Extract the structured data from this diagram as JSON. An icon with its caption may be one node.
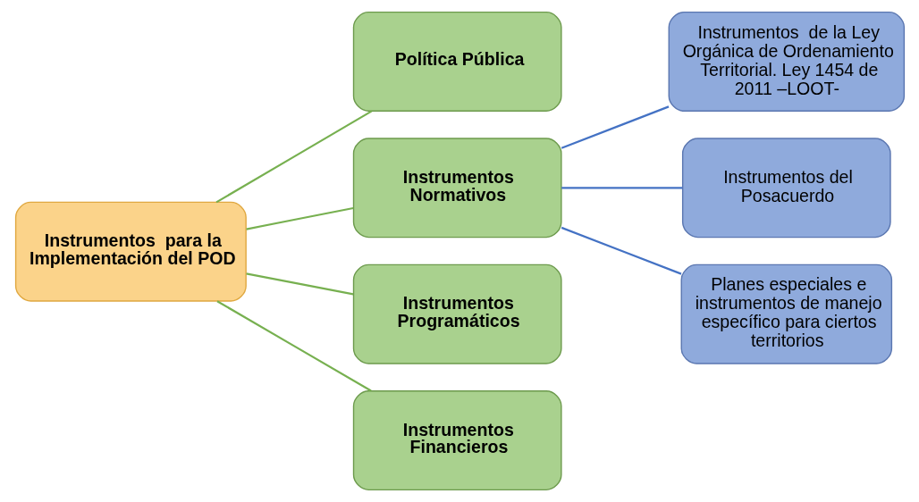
{
  "diagram": {
    "nodes": [
      {
        "text": [
          "Instrumentos  para la Implementación del POD"
        ]
      },
      {
        "text": [
          "Política Pública"
        ]
      },
      {
        "text": [
          "Instrumentos Normativos"
        ]
      },
      {
        "text": [
          "Instrumentos Programáticos"
        ]
      },
      {
        "text": [
          "Instrumentos Financieros"
        ]
      },
      {
        "text": [
          "Instrumentos  de la Ley Orgánica de Ordenamiento Territorial. Ley 1454 de 2011 –LOOT-"
        ]
      },
      {
        "text": [
          "Instrumentos del Posacuerdo"
        ]
      },
      {
        "text": [
          "Planes especiales e instrumentos de manejo específico para ciertos territorios"
        ]
      }
    ],
    "edges": [
      {
        "from": 0,
        "to": 1,
        "arrow": "none"
      },
      {
        "from": 0,
        "to": 2,
        "arrow": "none"
      },
      {
        "from": 0,
        "to": 3,
        "arrow": "none"
      },
      {
        "from": 0,
        "to": 4,
        "arrow": "none"
      },
      {
        "from": 2,
        "to": 5,
        "arrow": "none",
        "color": "#4472c4"
      },
      {
        "from": 2,
        "to": 6,
        "arrow": "none",
        "color": "#4472c4"
      },
      {
        "from": 2,
        "to": 7,
        "arrow": "none",
        "color": "#4472c4"
      }
    ]
  }
}
